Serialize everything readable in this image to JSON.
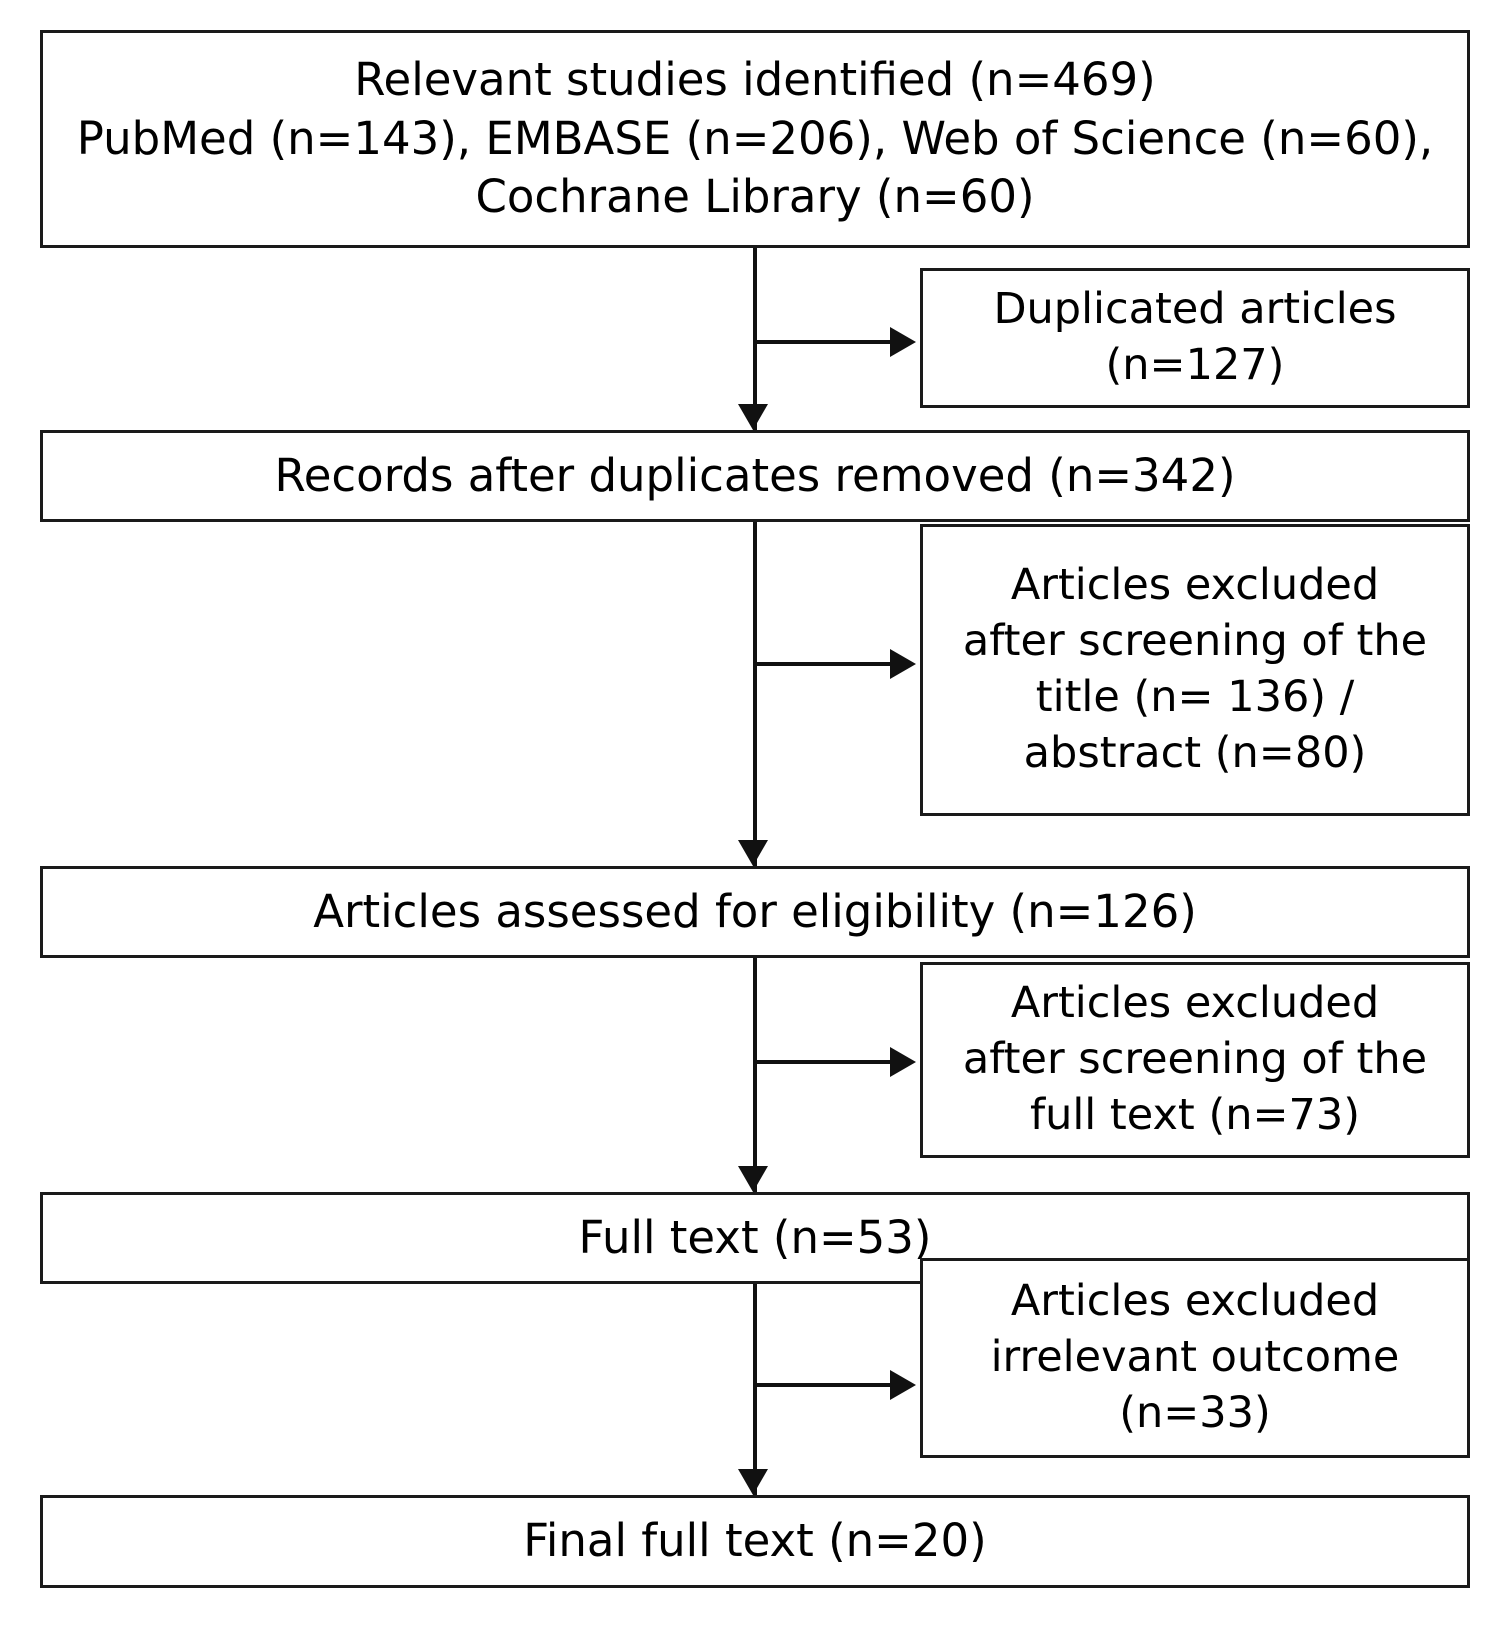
{
  "diagram": {
    "type": "prisma-flow-diagram",
    "title": "Study selection flow diagram",
    "line_color": "#111111",
    "box_border_color": "#1a1a1a",
    "background_color": "#ffffff",
    "nodes": {
      "identified": {
        "label": "Relevant studies identified (n=469)\nPubMed (n=143), EMBASE (n=206), Web of Science (n=60),\nCochrane Library (n=60)",
        "count": 469,
        "sources": [
          {
            "name": "PubMed",
            "count": 143
          },
          {
            "name": "EMBASE",
            "count": 206
          },
          {
            "name": "Web of Science",
            "count": 60
          },
          {
            "name": "Cochrane Library",
            "count": 60
          }
        ]
      },
      "duplicates": {
        "label": "Duplicated articles\n(n=127)",
        "count": 127
      },
      "after_duplicates": {
        "label": "Records after duplicates removed (n=342)",
        "count": 342
      },
      "excluded_title_abstract": {
        "label": "Articles excluded\nafter screening of the\ntitle (n= 136) /\nabstract (n=80)",
        "title_count": 136,
        "abstract_count": 80
      },
      "eligibility": {
        "label": "Articles assessed for eligibility (n=126)",
        "count": 126
      },
      "excluded_full_text": {
        "label": "Articles excluded\nafter screening of the\nfull text (n=73)",
        "count": 73
      },
      "full_text": {
        "label": "Full text (n=53)",
        "count": 53
      },
      "excluded_irrelevant": {
        "label": "Articles excluded\nirrelevant outcome\n(n=33)",
        "count": 33
      },
      "final": {
        "label": "Final full text (n=20)",
        "count": 20
      }
    }
  }
}
